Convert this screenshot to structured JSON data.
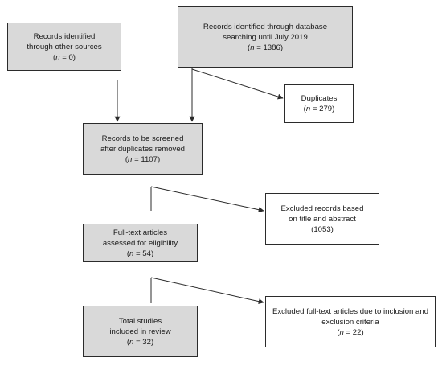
{
  "boxes": {
    "other_sources": {
      "line1": "Records identified",
      "line2": "through other sources",
      "n_label": "n",
      "n_value": "= 0)"
    },
    "database": {
      "line1": "Records identified through database",
      "line2": "searching until July 2019",
      "n_label": "n",
      "n_value": "= 1386)"
    },
    "duplicates": {
      "line1": "Duplicates",
      "n_label": "n",
      "n_value": "= 279)"
    },
    "screened": {
      "line1": "Records to be screened",
      "line2": "after duplicates removed",
      "n_label": "n",
      "n_value": "= 1107)"
    },
    "excluded_title": {
      "line1": "Excluded records based",
      "line2": "on title and abstract",
      "n_value": "(1053)"
    },
    "full_text": {
      "line1": "Full-text articles",
      "line2": "assessed for eligibility",
      "n_label": "n",
      "n_value": "= 54)"
    },
    "excluded_full": {
      "line1": "Excluded full-text articles due to inclusion and",
      "line2": "exclusion criteria",
      "n_label": "n",
      "n_value": "= 22)"
    },
    "included": {
      "line1": "Total studies",
      "line2": "included in review",
      "n_label": "n",
      "n_value": "= 32)"
    }
  },
  "colors": {
    "shaded_fill": "#d9d9d9",
    "plain_fill": "#ffffff",
    "stroke": "#2b2b2b"
  }
}
